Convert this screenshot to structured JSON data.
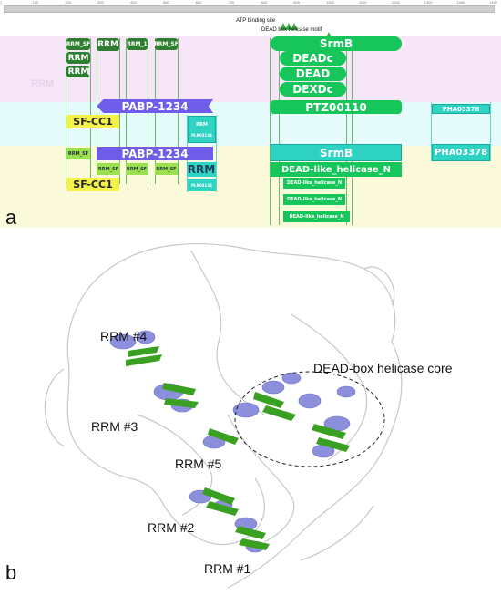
{
  "panel_a": {
    "label": "a",
    "ruler_ticks": [
      "1",
      "100",
      "200",
      "300",
      "400",
      "500",
      "600",
      "700",
      "800",
      "900",
      "1000",
      "1100",
      "1200",
      "1300",
      "1400",
      "1499"
    ],
    "features": [
      {
        "text": "ATP binding site"
      },
      {
        "text": "DEAD box helicase motif"
      }
    ],
    "domains": {
      "rrm_sf_1": "RRM_SF",
      "rrm_1": "RRM",
      "rrm_1b": "RRM_1",
      "rrm_sf_2": "RRM_SF",
      "rrm_2": "RRM",
      "rrm_3": "RRM",
      "srmb_top": "SrmB",
      "deadc": "DEADc",
      "dead": "DEAD",
      "dexdc": "DEXDc",
      "pabp_1": "PABP-1234",
      "ptz": "PTZ00110",
      "pha_1": "PHA03378",
      "sfcc1_1": "SF-CC1",
      "rrm_small": "RRM",
      "rrm_small_sub": "PLN03134",
      "rrm_sf_3": "RRM_SF",
      "pabp_2": "PABP-1234",
      "srmb_2": "SrmB",
      "pha_2": "PHA03378",
      "rrm_sf_4": "RRM_SF",
      "rrm_sf_5": "RRM_SF",
      "rrm_sf_6": "RRM_SF",
      "rrm_big": "RRM",
      "dead_like_1": "DEAD-like_helicase_N",
      "sfcc1_2": "SF-CC1",
      "pln": "PLN03134",
      "dead_like_2": "DEAD-like_helicase_N",
      "dead_like_3": "DEAD-like_helicase_N",
      "dead_like_4": "DEAD-like_helicase_N"
    }
  },
  "panel_b": {
    "label": "b",
    "labels": {
      "rrm4": "RRM #4",
      "rrm3": "RRM #3",
      "rrm5": "RRM #5",
      "rrm2": "RRM #2",
      "rrm1": "RRM #1",
      "core": "DEAD-box helicase core"
    }
  },
  "colors": {
    "rrm_green": "#2e7d32",
    "helicase_green": "#17c65a",
    "pabp_purple": "#6f5ce8",
    "sfcc1_yellow": "#f4f24a",
    "teal": "#2fd3c4",
    "helix_blue": "#8b8fdc",
    "sheet_green": "#3aa022"
  }
}
